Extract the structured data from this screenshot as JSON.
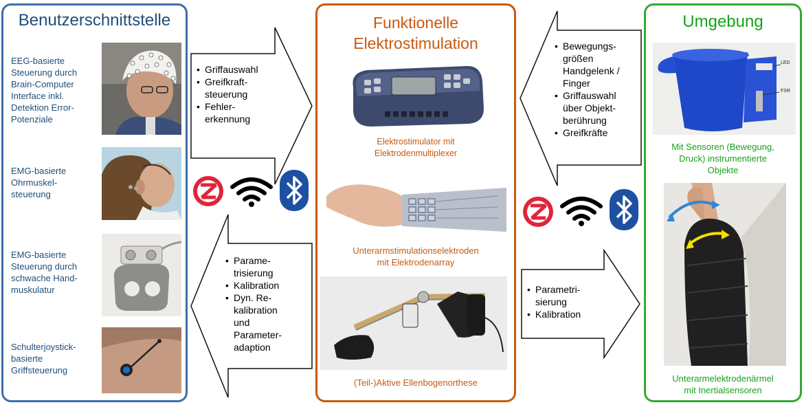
{
  "colors": {
    "left_border": "#3d6ea8",
    "center_border": "#c55a11",
    "right_border": "#36a832",
    "left_text": "#1f4e79",
    "center_text": "#c55a11",
    "right_text": "#17a319",
    "bluetooth": "#1e50a2",
    "zigbee": "#e0243c"
  },
  "left_panel": {
    "title": "Benutzerschnittstelle",
    "items": [
      {
        "lines": [
          "EEG-basierte",
          "Steuerung durch",
          "Brain-Computer",
          "Interface inkl.",
          "Detektion Error-",
          "Potenziale"
        ]
      },
      {
        "lines": [
          "EMG-basierte",
          "Ohrmuskel-",
          "steuerung"
        ]
      },
      {
        "lines": [
          "EMG-basierte",
          "Steuerung durch",
          "schwache Hand-",
          "muskulatur"
        ]
      },
      {
        "lines": [
          "Schulterjoystick-",
          "basierte",
          "Griffsteuerung"
        ]
      }
    ]
  },
  "center_panel": {
    "title_line1": "Funktionelle",
    "title_line2": "Elektrostimulation",
    "captions": [
      {
        "lines": [
          "Elektrostimulator mit",
          "Elektrodenmultiplexer"
        ]
      },
      {
        "lines": [
          "Unterarmstimulationselektroden",
          "mit Elektrodenarray"
        ]
      },
      {
        "lines": [
          "(Teil-)Aktive Ellenbogenorthese"
        ]
      }
    ]
  },
  "right_panel": {
    "title": "Umgebung",
    "photo_labels": {
      "led": "LED",
      "fsr": "FSR"
    },
    "captions": [
      {
        "lines": [
          "Mit Sensoren (Bewegung,",
          "Druck) instrumentierte",
          "Objekte"
        ]
      },
      {
        "lines": [
          "Unterarmelektrodenärmel",
          "mit Inertialsensoren"
        ]
      }
    ]
  },
  "arrows": {
    "left_top": {
      "direction": "right",
      "items": [
        [
          "Griffauswahl"
        ],
        [
          "Greifkraft-",
          "steuerung"
        ],
        [
          "Fehler-",
          "erkennung"
        ]
      ]
    },
    "left_bottom": {
      "direction": "left",
      "items": [
        [
          "Parame-",
          "trisierung"
        ],
        [
          "Kalibration"
        ],
        [
          "Dyn. Re-",
          "kalibration",
          "und",
          "Parameter-",
          "adaption"
        ]
      ]
    },
    "right_top": {
      "direction": "left",
      "items": [
        [
          "Bewegungs-",
          "größen",
          "Handgelenk /",
          "Finger"
        ],
        [
          "Griffauswahl",
          "über Objekt-",
          "berührung"
        ],
        [
          "Greifkräfte"
        ]
      ]
    },
    "right_bottom": {
      "direction": "right",
      "items": [
        [
          "Parametri-",
          "sierung"
        ],
        [
          "Kalibration"
        ]
      ]
    }
  },
  "wireless_icons": [
    "zigbee-icon",
    "wifi-icon",
    "bluetooth-icon"
  ]
}
